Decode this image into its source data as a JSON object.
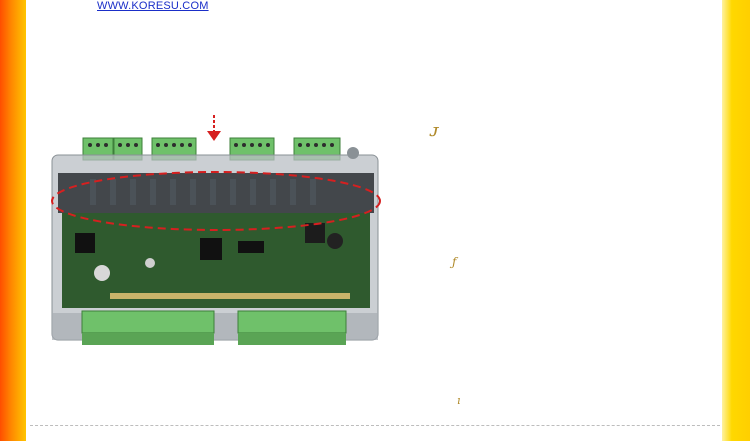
{
  "header": {
    "site_link": "WWW.KORESU.COM"
  },
  "decorations": {
    "doodle_1": "ᴊ",
    "doodle_2": "ƒ",
    "doodle_3": "ı"
  },
  "colors": {
    "left_bar_start": "#ff4e00",
    "left_bar_end": "#ffc400",
    "right_bar": "#ffd800",
    "pcb": "#2f5a2e",
    "terminal_green": "#6fc16a",
    "highlight": "#d62020"
  },
  "image": {
    "subject": "PLC controller board with green terminal blocks in a translucent case",
    "annotation": "red dashed ellipse highlighting LED indicator row, red arrow pointing down"
  }
}
